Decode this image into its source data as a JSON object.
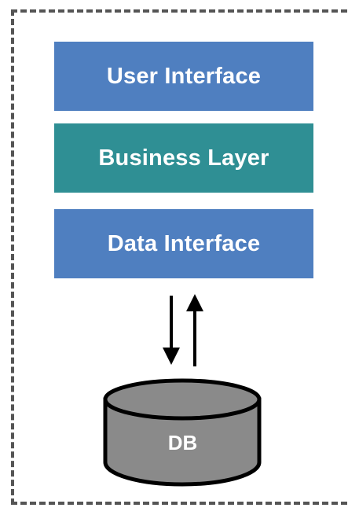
{
  "diagram": {
    "layers": [
      {
        "label": "User Interface",
        "color": "#4f7fc0"
      },
      {
        "label": "Business Layer",
        "color": "#2f8f94"
      },
      {
        "label": "Data Interface",
        "color": "#4f7fc0"
      }
    ],
    "database": {
      "label": "DB",
      "color": "#8a8a8a"
    },
    "connector": "bidirectional-arrows",
    "boundary_style": "dashed"
  }
}
